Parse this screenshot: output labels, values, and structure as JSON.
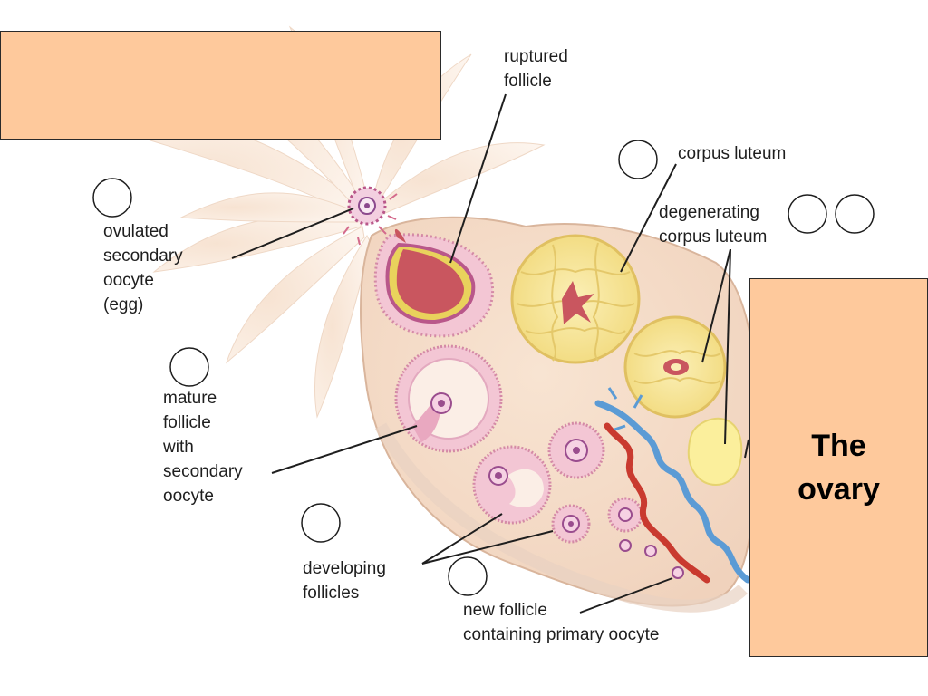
{
  "title": {
    "lines": [
      "The",
      "ovary"
    ]
  },
  "labels": {
    "ruptured_follicle": [
      "ruptured",
      "follicle"
    ],
    "corpus_luteum": [
      "corpus luteum"
    ],
    "degenerating_corpus_luteum": [
      "degenerating",
      "corpus luteum"
    ],
    "ovulated_secondary_oocyte": [
      "ovulated",
      "secondary",
      "oocyte",
      "(egg)"
    ],
    "mature_follicle": [
      "mature",
      "follicle",
      "with",
      "secondary",
      "oocyte"
    ],
    "developing_follicles": [
      "developing",
      "follicles"
    ],
    "new_follicle": [
      "new follicle",
      "containing primary  oocyte"
    ]
  },
  "colors": {
    "answer_box": "#fec99c",
    "stroma": "#f4d9c3",
    "petal": "#fbeee3",
    "follicle_fluid": "#c9565f",
    "granulosa": "#d98ca6",
    "corpus_luteum": "#f5e28c",
    "artery": "#c93a2f",
    "vein": "#5b9bd5"
  }
}
